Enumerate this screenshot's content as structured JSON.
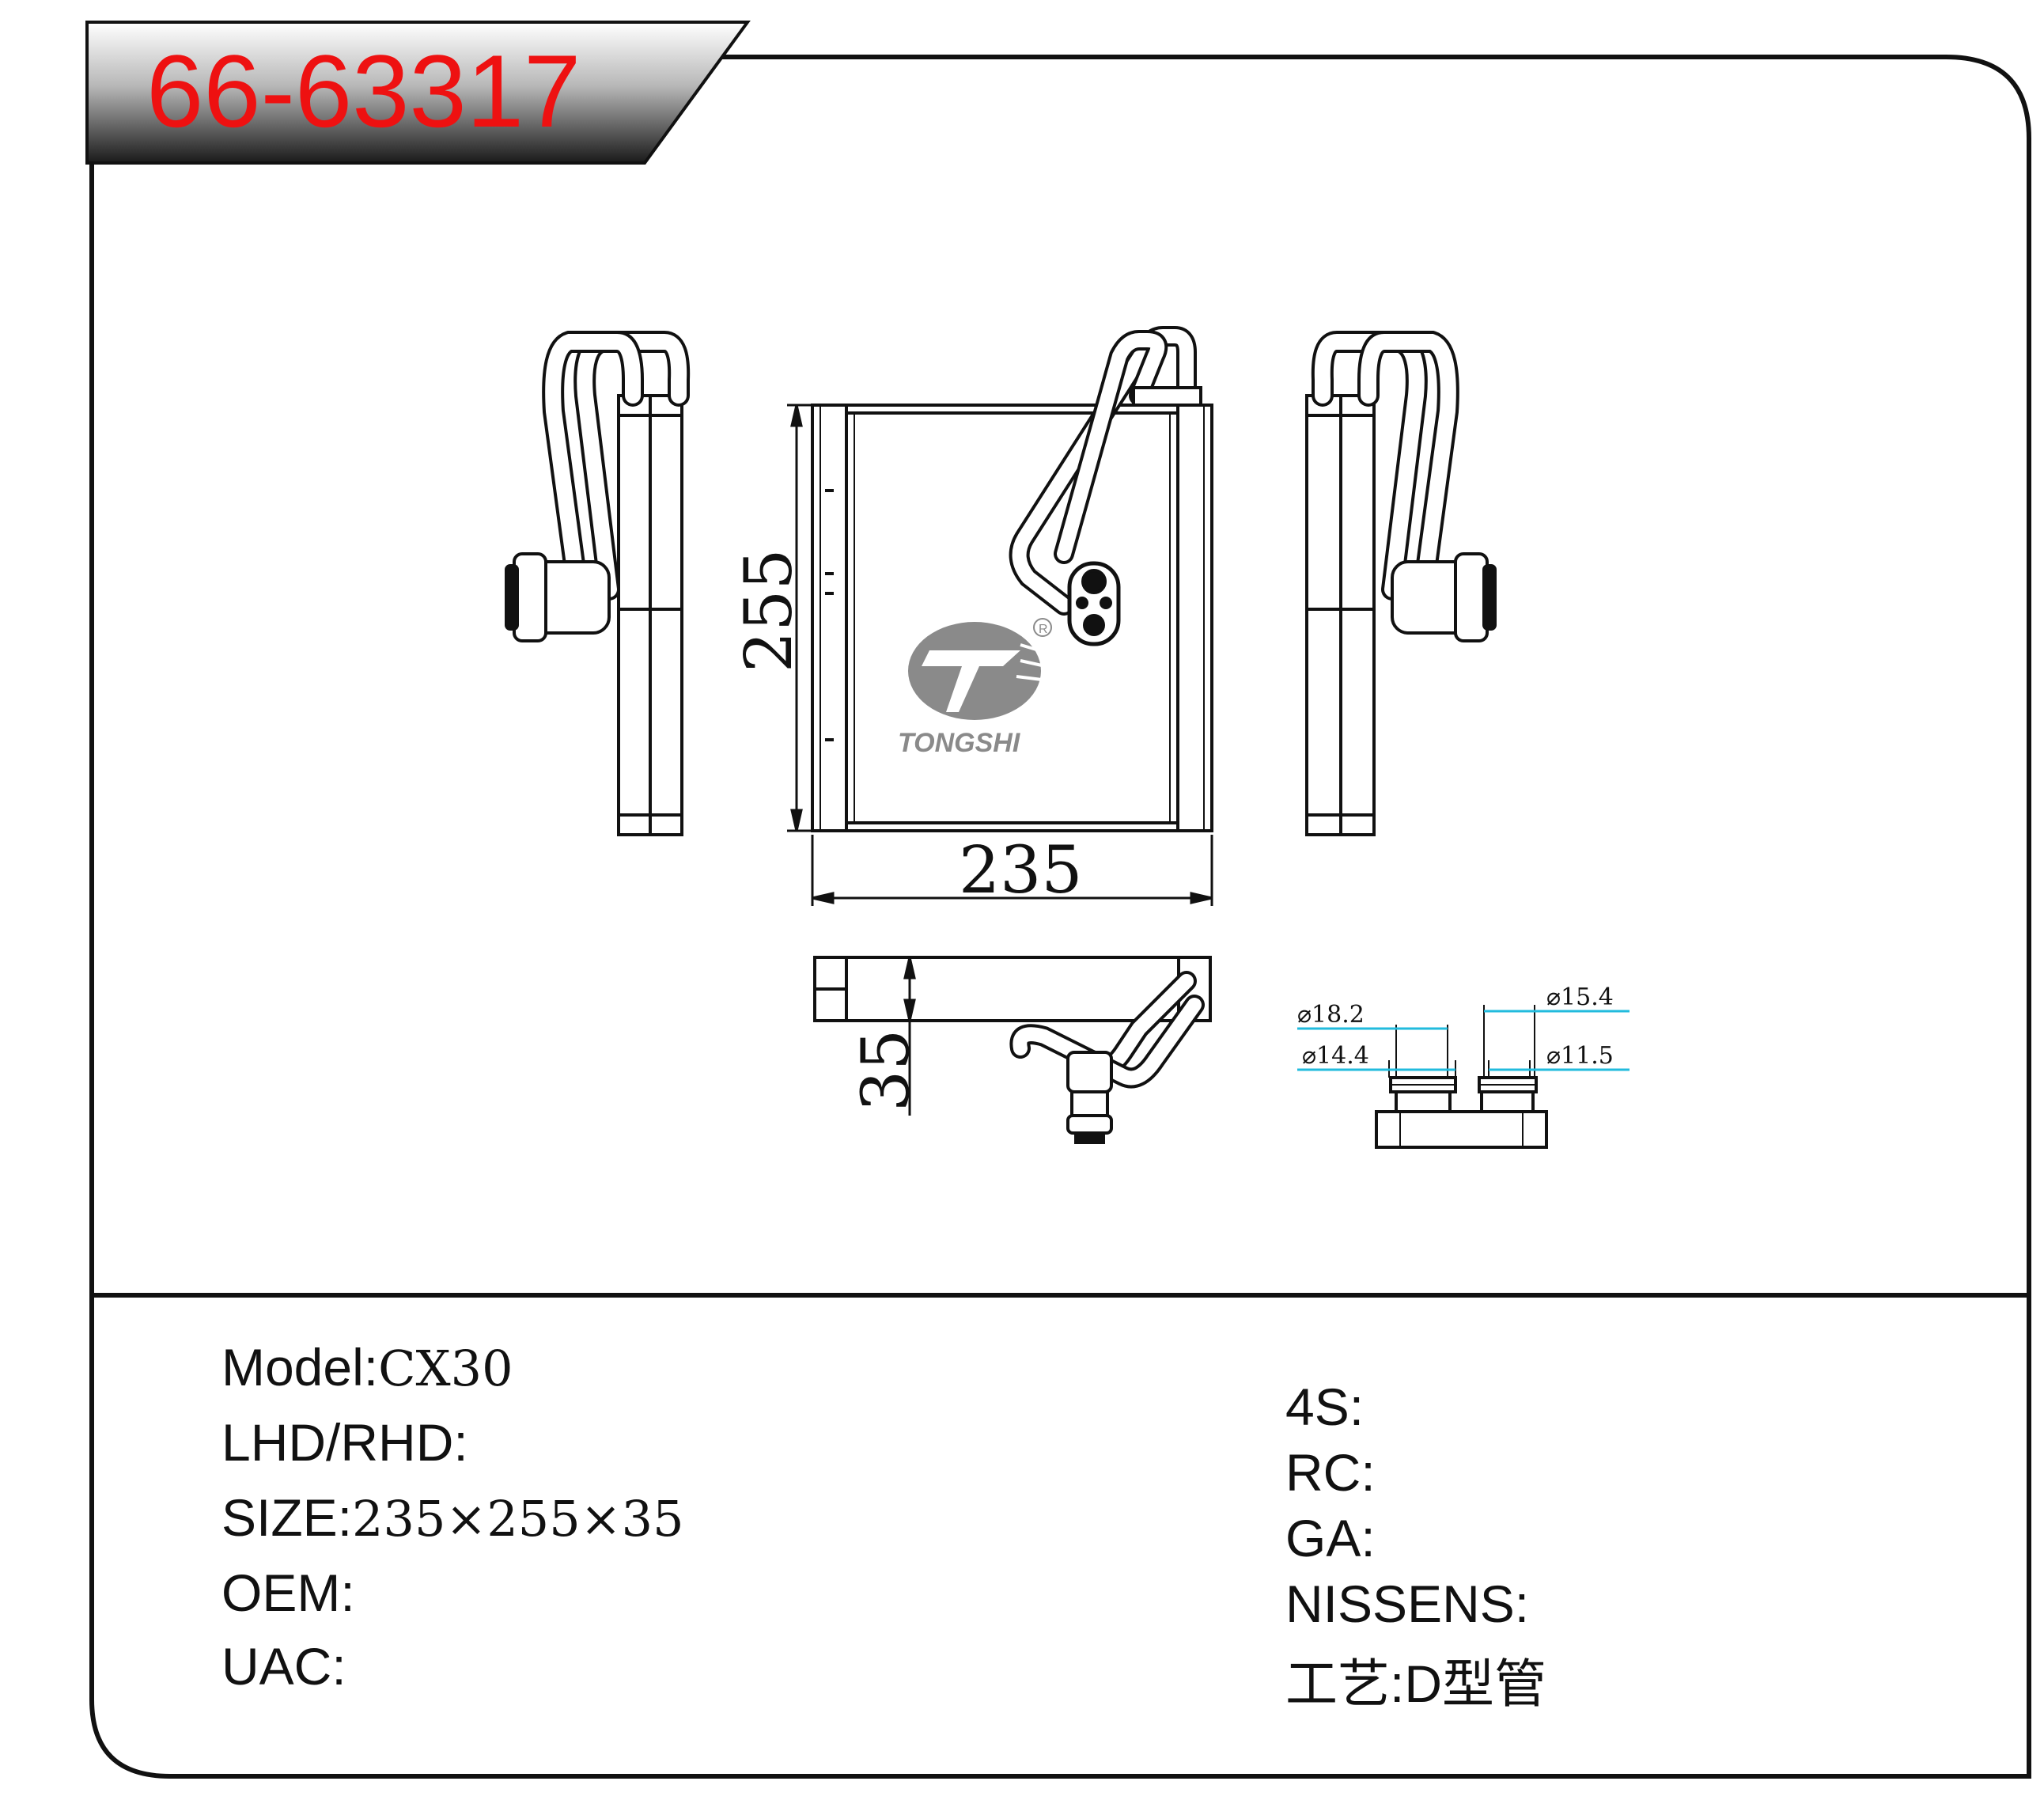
{
  "part_number": "66-63317",
  "brand": "TONGSHI",
  "drawing": {
    "width_dim": "235",
    "height_dim": "255",
    "depth_dim": "35",
    "pipe_dims": {
      "d1": "⌀18.2",
      "d2": "⌀14.4",
      "d3": "⌀15.4",
      "d4": "⌀11.5"
    }
  },
  "specs_left": [
    {
      "label": "Model:",
      "value": "CX30"
    },
    {
      "label": "LHD/RHD:",
      "value": ""
    },
    {
      "label": "SIZE:",
      "value": "235×255×35"
    },
    {
      "label": "OEM:",
      "value": ""
    },
    {
      "label": "UAC:",
      "value": ""
    }
  ],
  "specs_right": [
    {
      "label": "4S:",
      "value": ""
    },
    {
      "label": "RC:",
      "value": ""
    },
    {
      "label": "GA:",
      "value": ""
    },
    {
      "label": "NISSENS:",
      "value": ""
    },
    {
      "label": "工艺:",
      "value": "D型管"
    }
  ],
  "colors": {
    "title_red": "#ee1111",
    "dimension_cyan": "#22bbdd",
    "line": "#111111",
    "logo_gray": "#8a8a8a"
  }
}
